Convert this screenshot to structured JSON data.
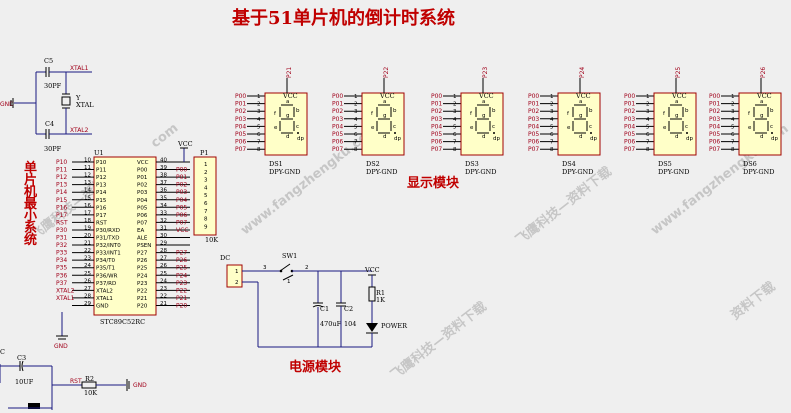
{
  "title": "基于51单片机的倒计时系统",
  "blocks": {
    "display": "显示模块",
    "power": "电源模块",
    "mcu": "单片机最小系统"
  },
  "mcu": {
    "ref": "U1",
    "part": "STC89C52RC",
    "left_pins": [
      {
        "num": "10",
        "name": "P10"
      },
      {
        "num": "11",
        "name": "P11"
      },
      {
        "num": "12",
        "name": "P12"
      },
      {
        "num": "13",
        "name": "P13"
      },
      {
        "num": "14",
        "name": "P14"
      },
      {
        "num": "15",
        "name": "P15"
      },
      {
        "num": "16",
        "name": "P16"
      },
      {
        "num": "17",
        "name": "P17"
      },
      {
        "num": "18",
        "name": "RST"
      },
      {
        "num": "19",
        "name": "P30/RXD"
      },
      {
        "num": "20",
        "name": "P31/TXD"
      },
      {
        "num": "21",
        "name": "P32/INT0"
      },
      {
        "num": "22",
        "name": "P33/INT1"
      },
      {
        "num": "23",
        "name": "P34/T0"
      },
      {
        "num": "24",
        "name": "P35/T1"
      },
      {
        "num": "25",
        "name": "P36/WR"
      },
      {
        "num": "26",
        "name": "P37/RD"
      },
      {
        "num": "27",
        "name": "XTAL2"
      },
      {
        "num": "28",
        "name": "XTAL1"
      },
      {
        "num": "29",
        "name": "GND"
      }
    ],
    "right_pins": [
      {
        "num": "40",
        "name": "VCC"
      },
      {
        "num": "39",
        "name": "P00"
      },
      {
        "num": "38",
        "name": "P01"
      },
      {
        "num": "37",
        "name": "P02"
      },
      {
        "num": "36",
        "name": "P03"
      },
      {
        "num": "35",
        "name": "P04"
      },
      {
        "num": "34",
        "name": "P05"
      },
      {
        "num": "33",
        "name": "P06"
      },
      {
        "num": "32",
        "name": "P07"
      },
      {
        "num": "31",
        "name": "EA"
      },
      {
        "num": "30",
        "name": "ALE"
      },
      {
        "num": "29",
        "name": "PSEN"
      },
      {
        "num": "28",
        "name": "P27"
      },
      {
        "num": "27",
        "name": "P26"
      },
      {
        "num": "26",
        "name": "P25"
      },
      {
        "num": "25",
        "name": "P24"
      },
      {
        "num": "24",
        "name": "P23"
      },
      {
        "num": "23",
        "name": "P22"
      },
      {
        "num": "22",
        "name": "P21"
      },
      {
        "num": "21",
        "name": "P20"
      }
    ],
    "left_nets": [
      "P10",
      "P11",
      "P12",
      "P13",
      "P14",
      "P15",
      "P16",
      "P17",
      "RST",
      "P30",
      "P31",
      "P32",
      "P33",
      "P34",
      "P35",
      "P36",
      "P37",
      "XTAL2",
      "XTAL1"
    ],
    "right_nets": [
      "",
      "P00",
      "P01",
      "P02",
      "P03",
      "P04",
      "P05",
      "P06",
      "P07",
      "VCC",
      "",
      "",
      "P27",
      "P26",
      "P25",
      "P24",
      "P23",
      "P22",
      "P21",
      "P20"
    ]
  },
  "resnet": {
    "ref": "P1",
    "value": "10K",
    "pins": [
      "1",
      "2",
      "3",
      "4",
      "5",
      "6",
      "7",
      "8",
      "9"
    ]
  },
  "labels": {
    "vcc": "VCC",
    "gnd": "GND",
    "dc": "DC",
    "sw1": "SW1",
    "c1": "C1",
    "c1_val": "470uF",
    "c2": "C2",
    "c2_val": "104",
    "r1": "R1",
    "r1_val": "1K",
    "power_led": "POWER",
    "c3": "C3",
    "c3_val": "10UF",
    "r2": "R2",
    "r2_val": "10K",
    "rst": "RST",
    "c5": "C5",
    "c5_val": "30PF",
    "c4": "C4",
    "c4_val": "30PF",
    "y": "Y",
    "xtal": "XTAL",
    "xtal1": "XTAL1",
    "xtal2": "XTAL2",
    "gnd_net": "GND",
    "c_partial": "C"
  },
  "digits": [
    {
      "ref": "DS1",
      "sel": "P21"
    },
    {
      "ref": "DS2",
      "sel": "P22"
    },
    {
      "ref": "DS3",
      "sel": "P23"
    },
    {
      "ref": "DS4",
      "sel": "P24"
    },
    {
      "ref": "DS5",
      "sel": "P25"
    },
    {
      "ref": "DS6",
      "sel": "P26"
    }
  ],
  "digit_type": "DPY-GND",
  "digit_nets": [
    "P00",
    "P01",
    "P02",
    "P03",
    "P04",
    "P05",
    "P06",
    "P07"
  ],
  "digit_pins": [
    "1",
    "2",
    "3",
    "4",
    "5",
    "6",
    "7",
    "8"
  ],
  "segs": [
    "a",
    "b",
    "c",
    "d",
    "e",
    "f",
    "g",
    "dp"
  ],
  "watermarks": [
    "飞鹰科技—资料下载",
    "www.fangzhengku.com",
    "飞鹰科技—资料下载",
    "www.fangzhengku.com",
    "飞鹰科技—资料下载",
    "资料下载",
    "com"
  ],
  "colors": {
    "title": "#c00000",
    "net": "#a0001a",
    "wire": "#1a1a80",
    "body": "#ffffc8"
  }
}
